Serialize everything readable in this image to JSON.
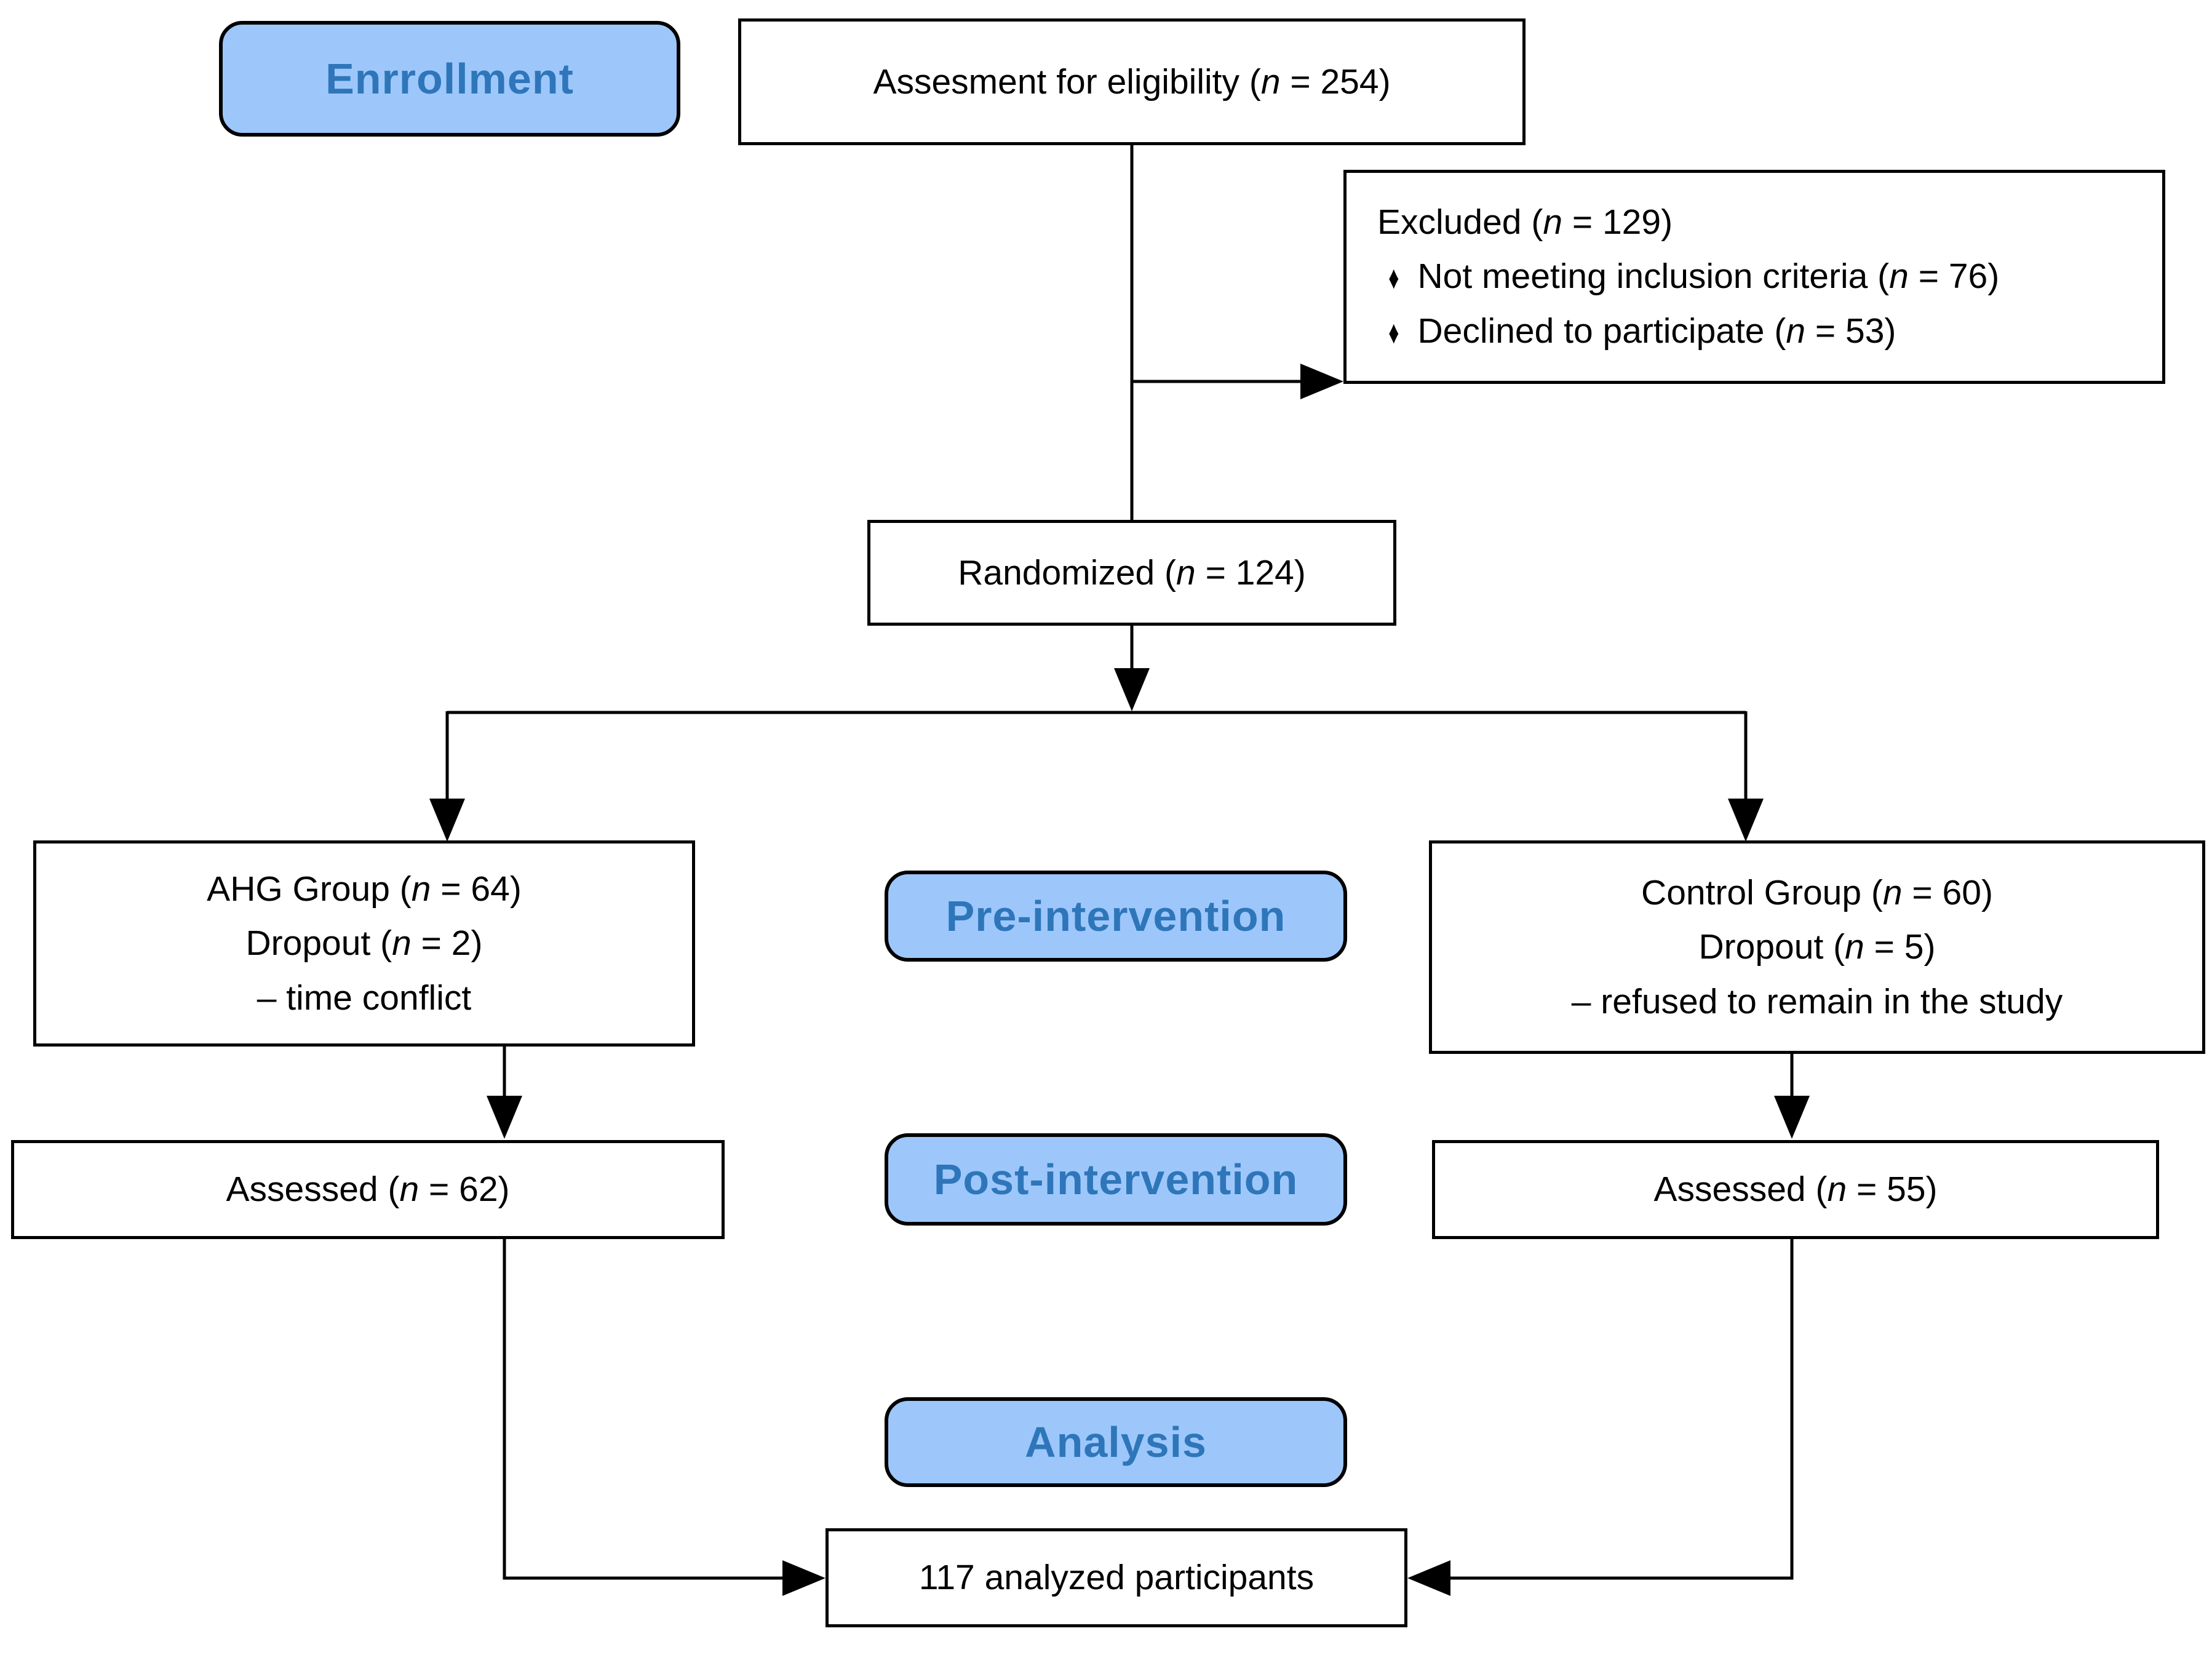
{
  "diagram": {
    "stage_labels": {
      "enrollment": "Enrrollment",
      "pre_intervention": "Pre-intervention",
      "post_intervention": "Post-intervention",
      "analysis": "Analysis"
    },
    "boxes": {
      "eligibility": {
        "pre": "Assesment for eligibility (",
        "n": "n",
        "post": " = 254)"
      },
      "excluded": {
        "title": {
          "pre": "Excluded (",
          "n": "n",
          "post": " = 129)"
        },
        "bullet": "♦",
        "items": [
          {
            "pre": "Not meeting inclusion criteria (",
            "n": "n",
            "post": " = 76)"
          },
          {
            "pre": "Declined to participate (",
            "n": "n",
            "post": " = 53)"
          }
        ]
      },
      "randomized": {
        "pre": "Randomized (",
        "n": "n",
        "post": " = 124)"
      },
      "ahg_group": {
        "line1": {
          "pre": "AHG Group (",
          "n": "n",
          "post": " = 64)"
        },
        "line2": {
          "pre": "Dropout (",
          "n": "n",
          "post": " = 2)"
        },
        "line3": "– time conflict"
      },
      "control_group": {
        "line1": {
          "pre": "Control Group (",
          "n": "n",
          "post": " = 60)"
        },
        "line2": {
          "pre": "Dropout (",
          "n": "n",
          "post": " = 5)"
        },
        "line3": "– refused to remain in the study"
      },
      "assessed_ahg": {
        "pre": "Assessed (",
        "n": "n",
        "post": " = 62)"
      },
      "assessed_control": {
        "pre": "Assessed (",
        "n": "n",
        "post": " = 55)"
      },
      "analyzed": {
        "text": "117 analyzed participants"
      }
    },
    "colors": {
      "stage_fill": "#9DC7FB",
      "stage_text": "#2E76B9",
      "box_fill": "#FFFFFF",
      "box_border": "#000000",
      "line": "#000000"
    }
  }
}
